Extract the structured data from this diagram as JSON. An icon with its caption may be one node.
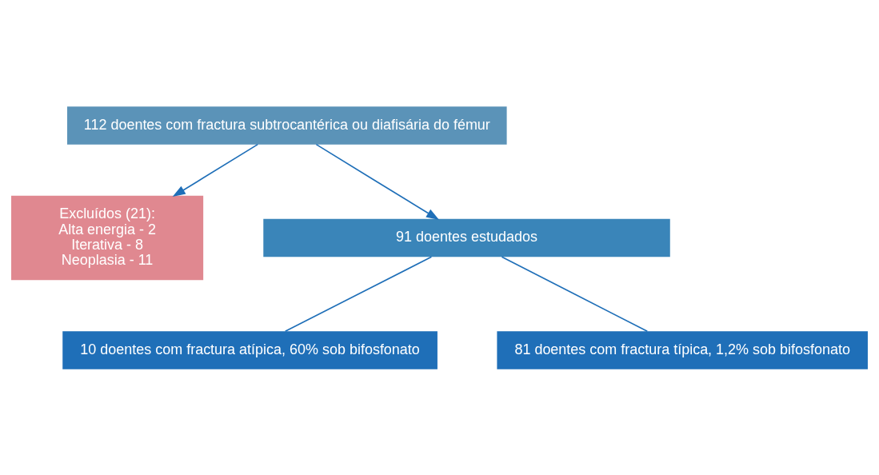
{
  "diagram": {
    "nodes": [
      {
        "text": [
          "112 doentes com fractura subtrocantérica ou diafisária do fémur"
        ]
      },
      {
        "text": [
          "Excluídos (21):",
          "Alta energia - 2",
          "Iterativa - 8",
          "Neoplasia - 11"
        ]
      },
      {
        "text": [
          "91 doentes estudados"
        ]
      },
      {
        "text": [
          "10 doentes com fractura atípica, 60% sob bifosfonato"
        ]
      },
      {
        "text": [
          "81 doentes com fractura típica, 1,2% sob bifosfonato"
        ]
      }
    ],
    "edges": [
      {
        "from": 0,
        "to": 2,
        "arrow": "to"
      },
      {
        "from": 0,
        "to": 1,
        "arrow": "to"
      },
      {
        "from": 2,
        "to": 3,
        "arrow": "none"
      },
      {
        "from": 2,
        "to": 4,
        "arrow": "none"
      }
    ]
  }
}
